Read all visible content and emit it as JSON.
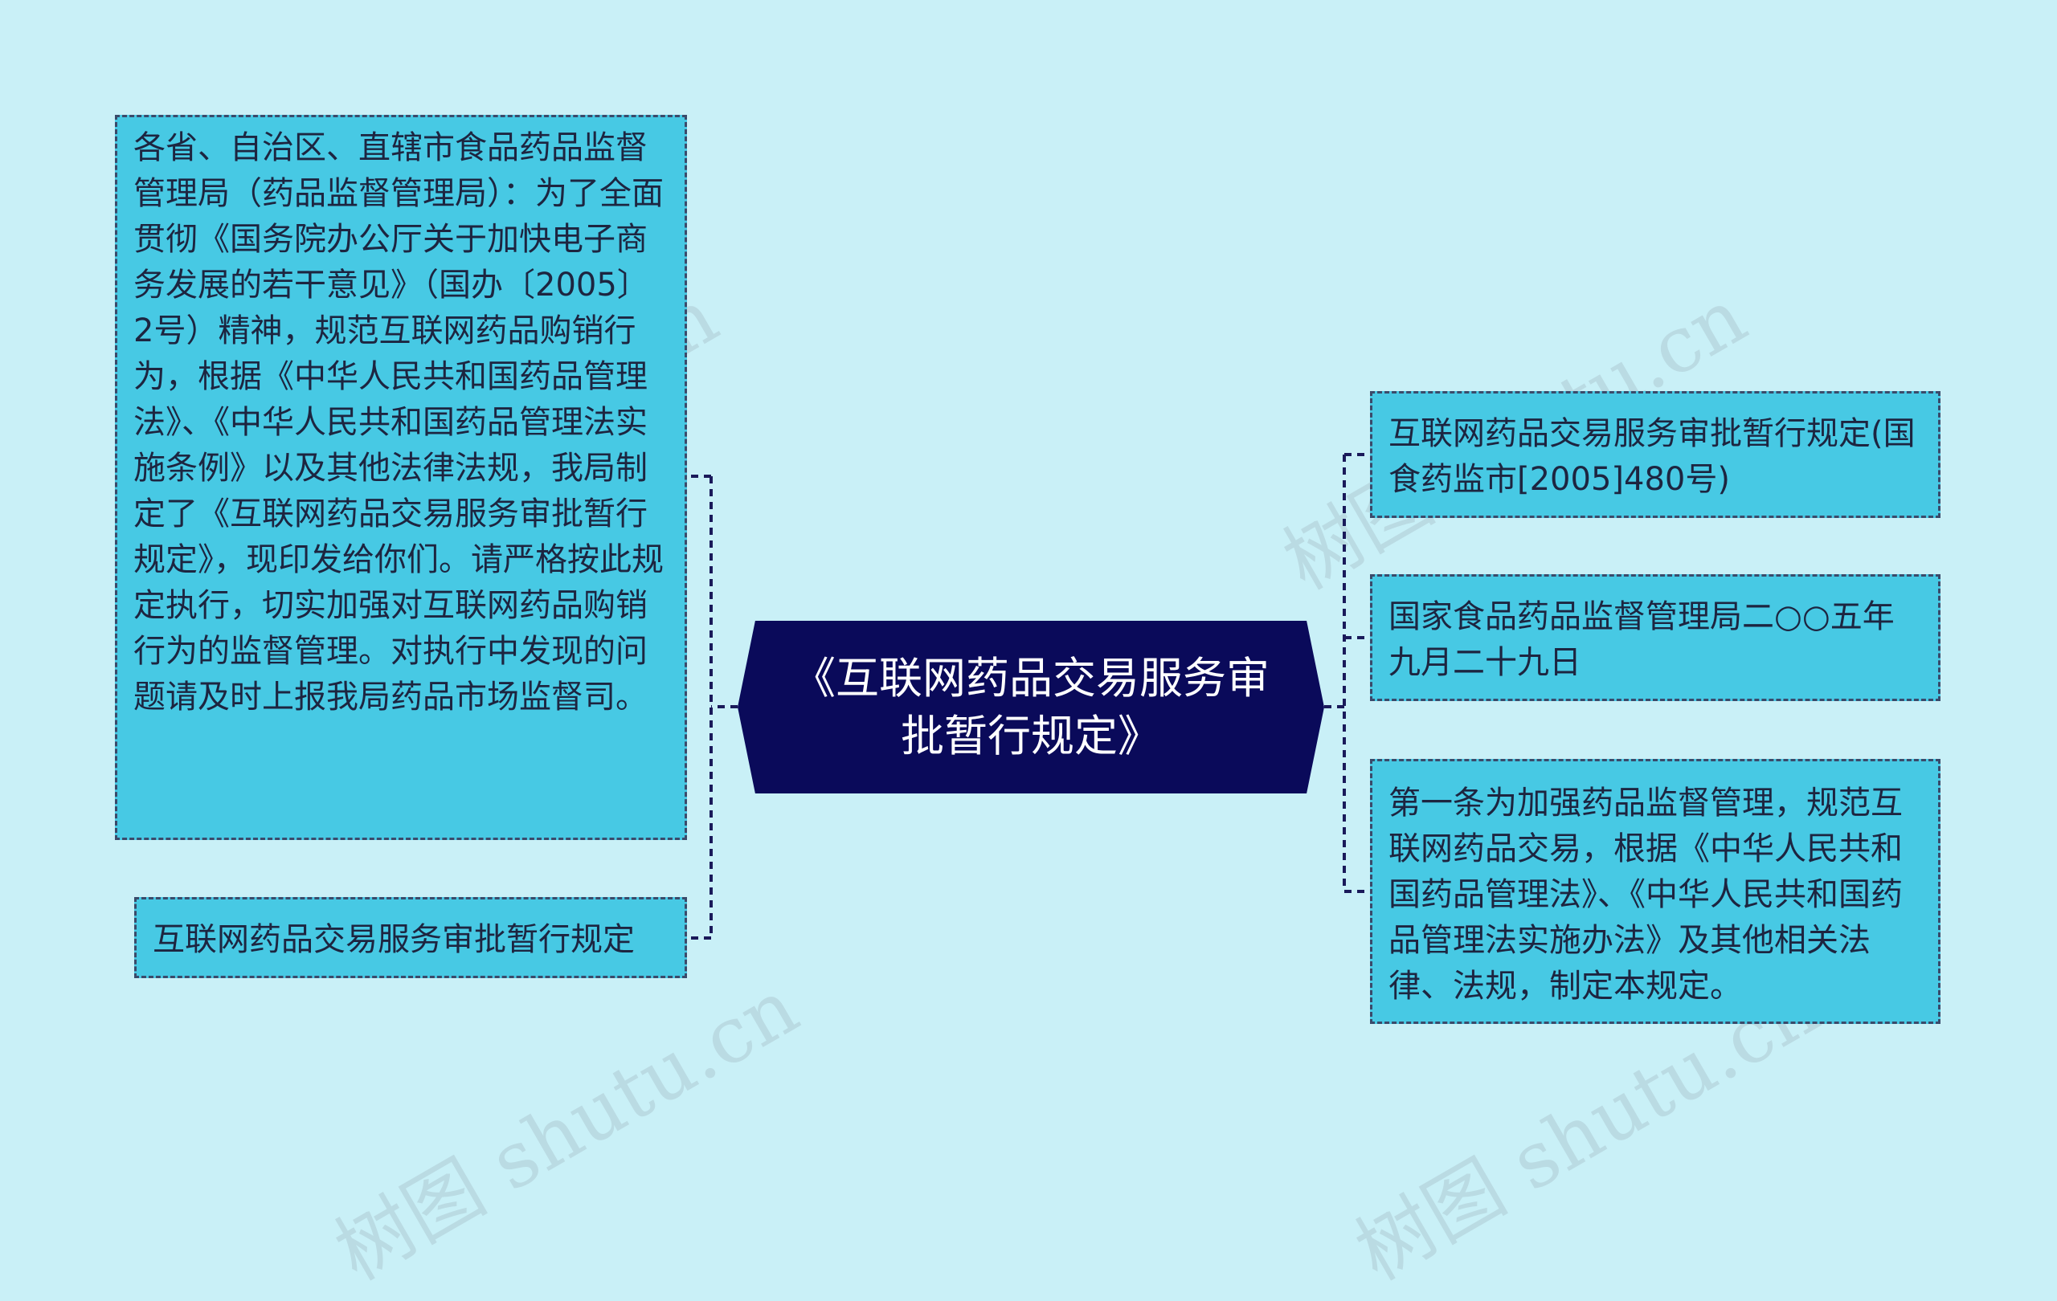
{
  "center": {
    "title": "《互联网药品交易服务审批暂行规定》"
  },
  "left": [
    {
      "text": "各省、自治区、直辖市食品药品监督管理局（药品监督管理局）：为了全面贯彻《国务院办公厅关于加快电子商务发展的若干意见》（国办〔2005〕2号）精神，规范互联网药品购销行为，根据《中华人民共和国药品管理法》、《中华人民共和国药品管理法实施条例》以及其他法律法规，我局制定了《互联网药品交易服务审批暂行规定》，现印发给你们。请严格按此规定执行，切实加强对互联网药品购销行为的监督管理。对执行中发现的问题请及时上报我局药品市场监督司。"
    },
    {
      "text": "互联网药品交易服务审批暂行规定"
    }
  ],
  "right": [
    {
      "text": "互联网药品交易服务审批暂行规定(国食药监市[2005]480号)"
    },
    {
      "text": "国家食品药品监督管理局二○○五年九月二十九日"
    },
    {
      "text": "第一条为加强药品监督管理，规范互联网药品交易，根据《中华人民共和国药品管理法》、《中华人民共和国药品管理法实施办法》及其他相关法律、法规，制定本规定。"
    }
  ],
  "watermark": "树图 shutu.cn",
  "colors": {
    "background": "#c9f0f7",
    "node": "#47c9e4",
    "center": "#0a0a5a",
    "connector": "#1a1a5a"
  }
}
